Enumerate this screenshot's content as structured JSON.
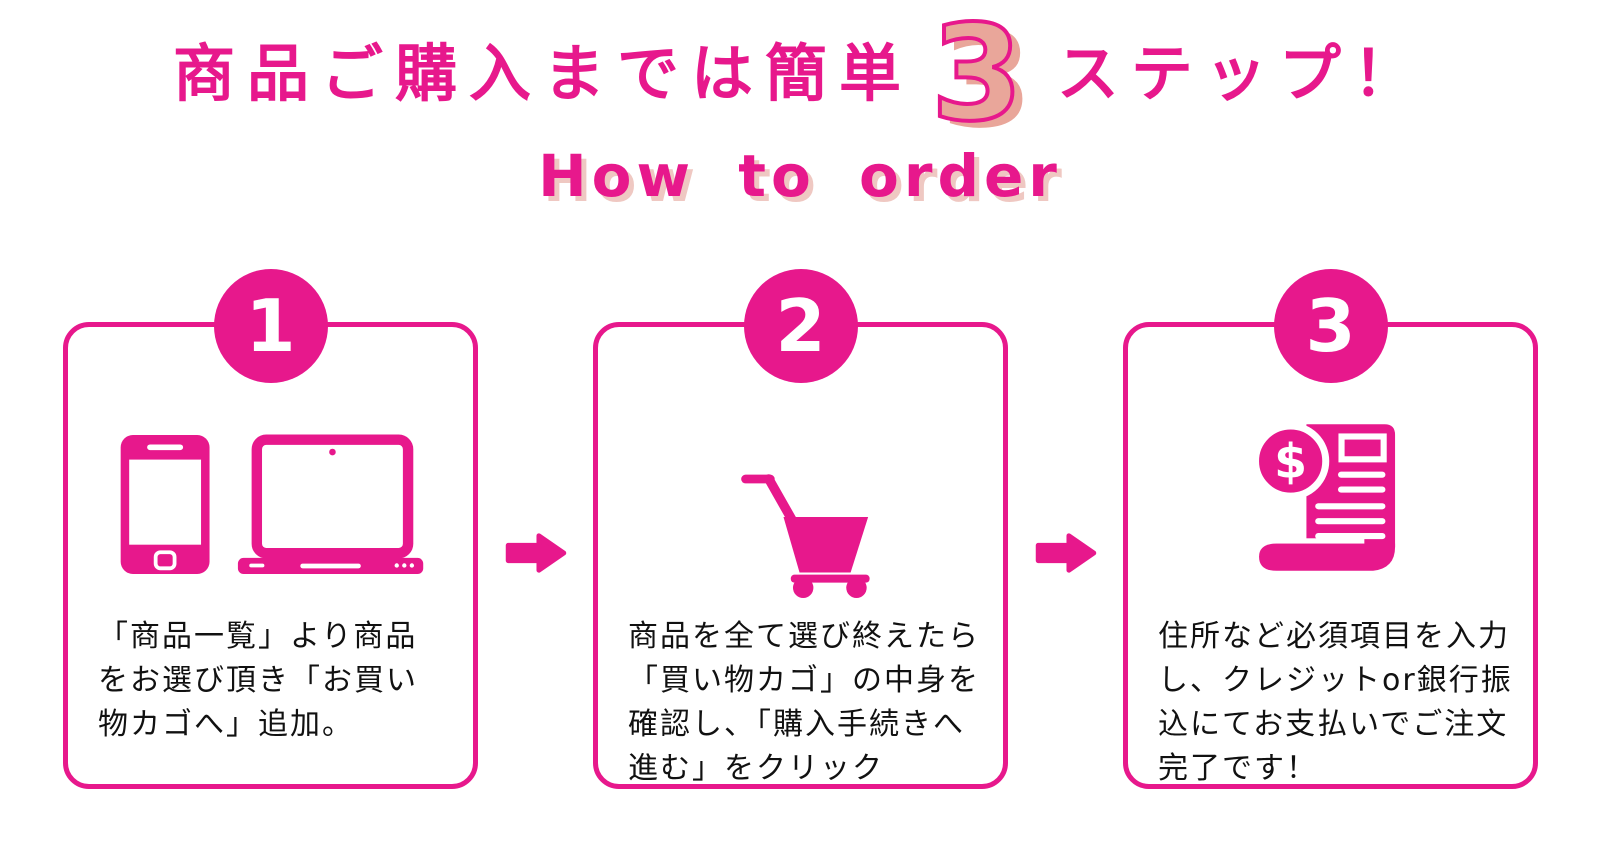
{
  "colors": {
    "accent": "#E7188C",
    "number_fill": "#E9A69A",
    "subtitle_shadow": "#EFC8C2",
    "body_text": "#111111",
    "background": "#FFFFFF"
  },
  "header": {
    "title_prefix": "商品ご購入までは簡単",
    "title_number": "3",
    "title_suffix": "ステップ！",
    "subtitle": "How to order"
  },
  "steps": [
    {
      "number": "1",
      "icon": "devices-icon",
      "lines": [
        "「商品一覧」より商品",
        "をお選び頂き「お買い",
        "物カゴへ」追加。"
      ],
      "text": "「商品一覧」より商品をお選び頂き「お買い物カゴへ」追加。"
    },
    {
      "number": "2",
      "icon": "cart-icon",
      "lines": [
        "商品を全て選び終えたら",
        "「買い物カゴ」の中身を",
        "確認し、「購入手続きへ",
        "進む」をクリック"
      ],
      "text": "商品を全て選び終えたら「買い物カゴ」の中身を確認し、「購入手続きへ進む」をクリック"
    },
    {
      "number": "3",
      "icon": "invoice-icon",
      "lines": [
        "住所など必須項目を入力",
        "し、クレジットor銀行振",
        "込にてお支払いでご注文",
        "完了です！"
      ],
      "text": "住所など必須項目を入力し、クレジットor銀行振込にてお支払いでご注文完了です！"
    }
  ]
}
